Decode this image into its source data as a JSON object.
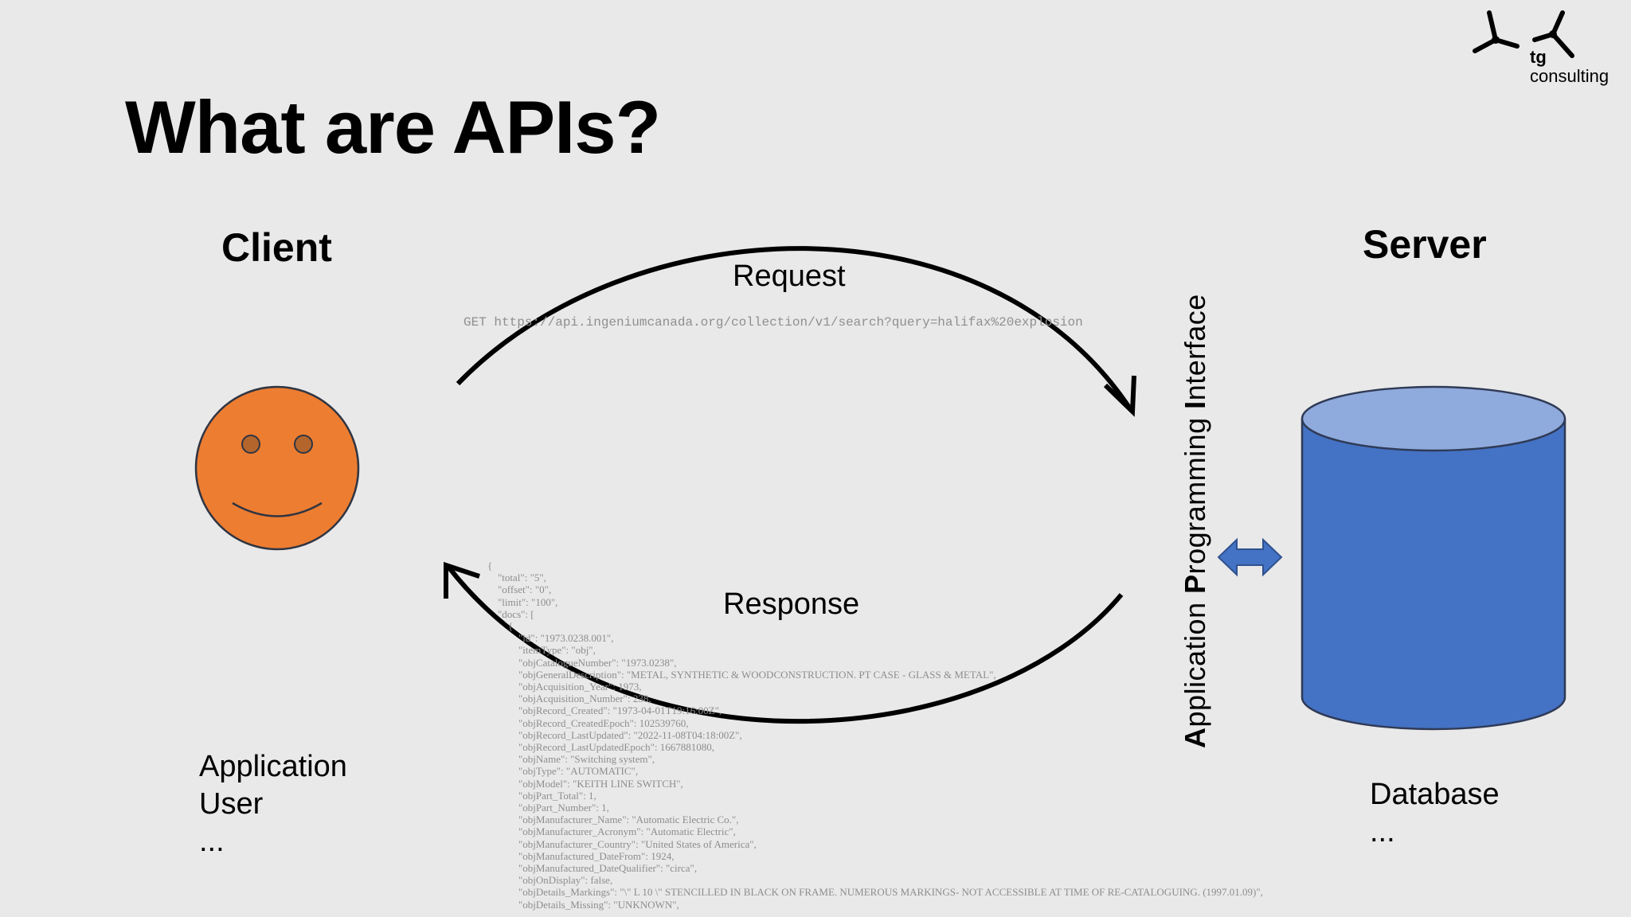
{
  "slide": {
    "title": "What are APIs?"
  },
  "logo": {
    "brand": "tg",
    "subtitle": "consulting"
  },
  "client": {
    "heading": "Client",
    "items": [
      "Application",
      "User",
      "..."
    ]
  },
  "server": {
    "heading": "Server",
    "items": [
      "Database",
      "..."
    ]
  },
  "request": {
    "label": "Request",
    "example": "GET https://api.ingeniumcanada.org/collection/v1/search?query=halifax%20explosion"
  },
  "response": {
    "label": "Response",
    "example": "{\n    \"total\": \"5\",\n    \"offset\": \"0\",\n    \"limit\": \"100\",\n    \"docs\": [\n        {\n            \"id\": \"1973.0238.001\",\n            \"itemType\": \"obj\",\n            \"objCatalogueNumber\": \"1973.0238\",\n            \"objGeneralDescription\": \"METAL, SYNTHETIC & WOODCONSTRUCTION. PT CASE - GLASS & METAL\",\n            \"objAcquisition_Year\": 1973,\n            \"objAcquisition_Number\": 238,\n            \"objRecord_Created\": \"1973-04-01T19:16:00Z\",\n            \"objRecord_CreatedEpoch\": 102539760,\n            \"objRecord_LastUpdated\": \"2022-11-08T04:18:00Z\",\n            \"objRecord_LastUpdatedEpoch\": 1667881080,\n            \"objName\": \"Switching system\",\n            \"objType\": \"AUTOMATIC\",\n            \"objModel\": \"KEITH LINE SWITCH\",\n            \"objPart_Total\": 1,\n            \"objPart_Number\": 1,\n            \"objManufacturer_Name\": \"Automatic Electric Co.\",\n            \"objManufacturer_Acronym\": \"Automatic Electric\",\n            \"objManufacturer_Country\": \"United States of America\",\n            \"objManufactured_DateFrom\": 1924,\n            \"objManufactured_DateQualifier\": \"circa\",\n            \"objOnDisplay\": false,\n            \"objDetails_Markings\": \"\\\" L 10 \\\" STENCILLED IN BLACK ON FRAME. NUMEROUS MARKINGS- NOT ACCESSIBLE AT TIME OF RE-CATALOGUING. (1997.01.09)\",\n            \"objDetails_Missing\": \"UNKNOWN\","
  },
  "api": {
    "initial_a": "A",
    "rest_a": "pplication ",
    "initial_p": "P",
    "rest_p": "rogramming ",
    "initial_i": "I",
    "rest_i": "nterface"
  },
  "colors": {
    "background": "#e9e9e9",
    "smiley_fill": "#ed7d31",
    "database_body": "#4472c4",
    "database_top": "#8faadc",
    "arrow": "#000000"
  },
  "icons": {
    "client": "smiley-face-icon",
    "server": "database-cylinder-icon",
    "exchange": "double-arrow-icon",
    "logo": "tg-consulting-logo-icon"
  }
}
